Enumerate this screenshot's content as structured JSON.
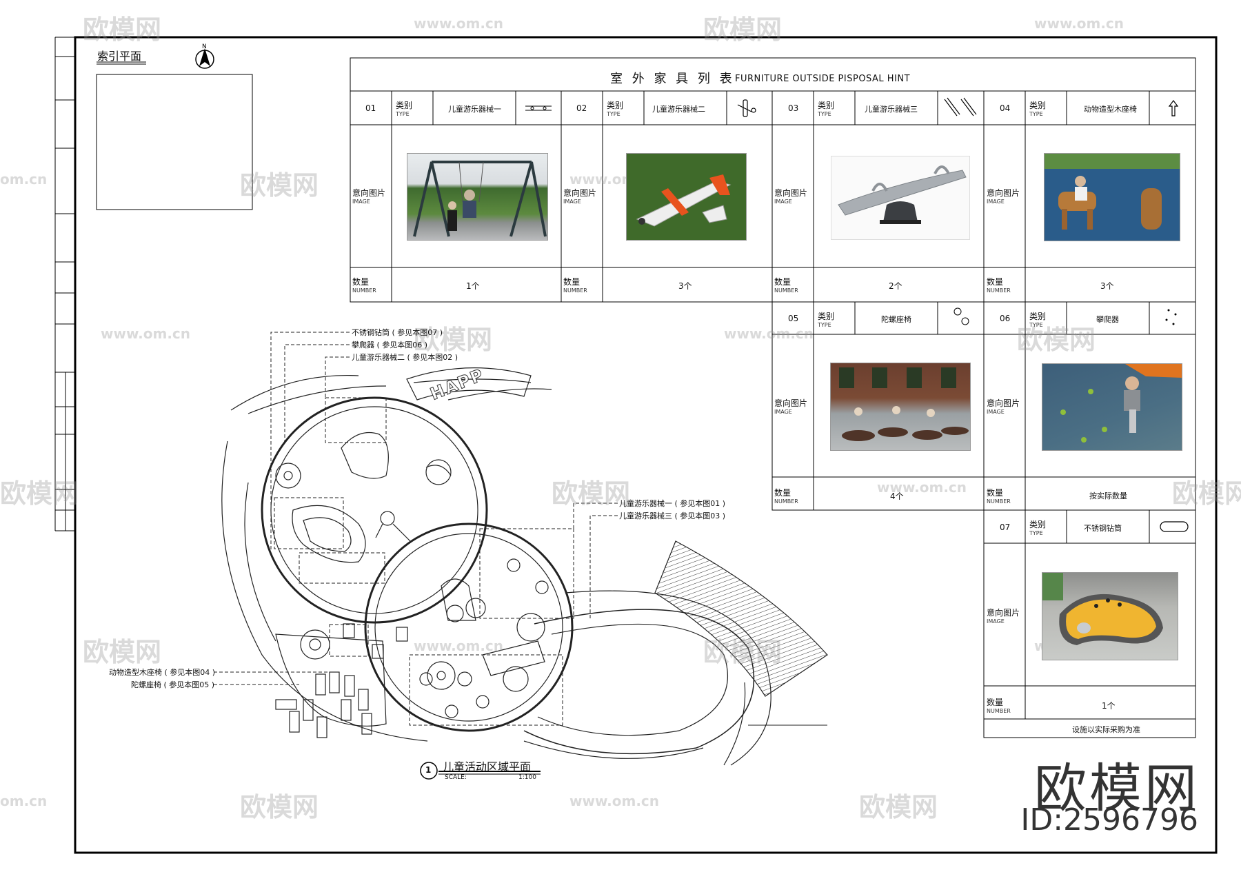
{
  "index_plan": {
    "title": "索引平面"
  },
  "table": {
    "title_cn": "室 外 家 具 列 表",
    "title_en": "FURNITURE OUTSIDE PISPOSAL HINT",
    "type_cn": "类别",
    "type_en": "TYPE",
    "image_cn": "意向图片",
    "image_en": "IMAGE",
    "number_cn": "数量",
    "number_en": "NUMBER",
    "items": [
      {
        "no": "01",
        "type": "儿童游乐器械一",
        "qty": "1个"
      },
      {
        "no": "02",
        "type": "儿童游乐器械二",
        "qty": "3个"
      },
      {
        "no": "03",
        "type": "儿童游乐器械三",
        "qty": "2个"
      },
      {
        "no": "04",
        "type": "动物造型木座椅",
        "qty": "3个"
      },
      {
        "no": "05",
        "type": "陀螺座椅",
        "qty": "4个"
      },
      {
        "no": "06",
        "type": "攀爬器",
        "qty": "按实际数量"
      },
      {
        "no": "07",
        "type": "不锈钢钻筒",
        "qty": "1个"
      }
    ],
    "footnote": "设施以实际采购为准"
  },
  "callouts": {
    "c07": "不锈钢钻筒 ( 参见本图07 )",
    "c06": "攀爬器 ( 参见本图06 )",
    "c02": "儿童游乐器械二 ( 参见本图02 )",
    "c01": "儿童游乐器械一 ( 参见本图01 )",
    "c03": "儿童游乐器械三 ( 参见本图03 )",
    "c04": "动物造型木座椅 ( 参见本图04 )",
    "c05": "陀螺座椅 ( 参见本图05 )"
  },
  "plan": {
    "number": "1",
    "title": "儿童活动区域平面",
    "scale_label": "SCALE:",
    "scale_value": "1:100",
    "sign_text": "HAPP"
  },
  "watermarks": {
    "brand": "欧模网",
    "url": "www.om.cn",
    "url_short": "om.cn"
  },
  "brand": {
    "name": "欧模网",
    "id": "ID:2596796"
  }
}
